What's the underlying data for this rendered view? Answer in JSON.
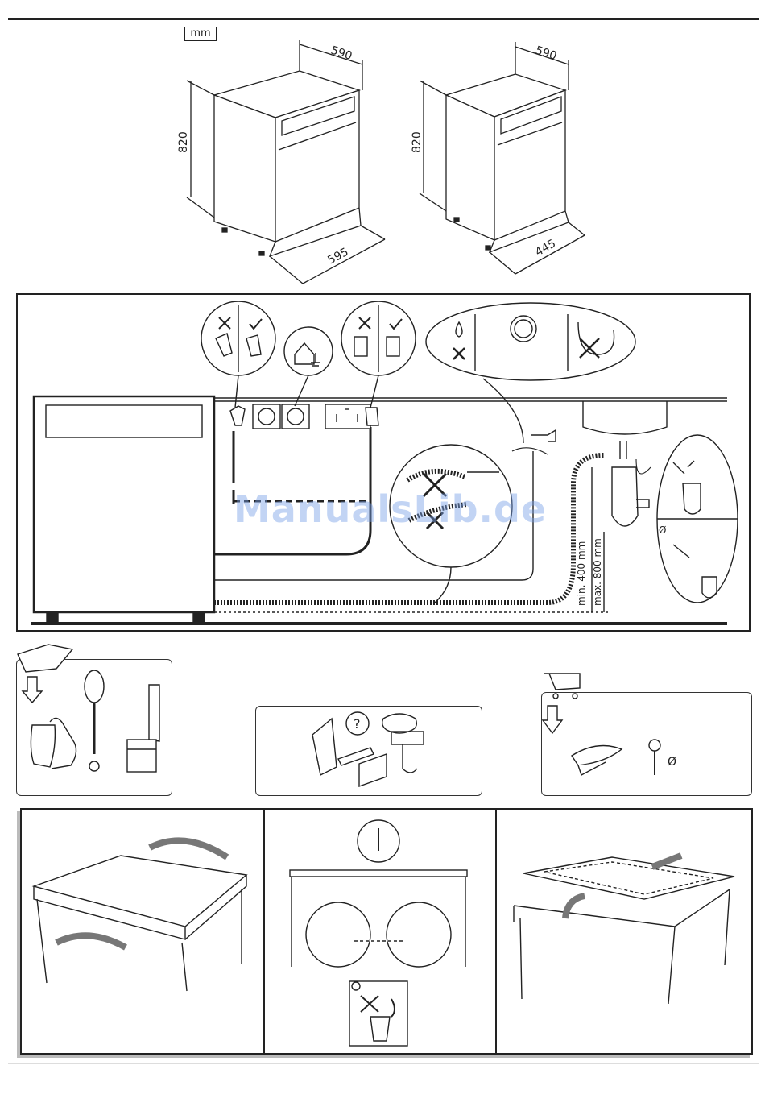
{
  "units": {
    "label": "mm"
  },
  "dimensions": {
    "left": {
      "width": "590",
      "height": "820",
      "depth": "595"
    },
    "right": {
      "width": "590",
      "height": "820",
      "depth": "445"
    }
  },
  "installation": {
    "drain_min": "min. 400 mm",
    "drain_max": "max. 800 mm",
    "diameter_symbol": "Ø"
  },
  "accessories": {
    "diameter_symbol": "Ø",
    "question_mark": "?"
  },
  "watermark": "ManualsLib.de",
  "colors": {
    "line": "#222222",
    "watermark": "#7aa0e6"
  }
}
